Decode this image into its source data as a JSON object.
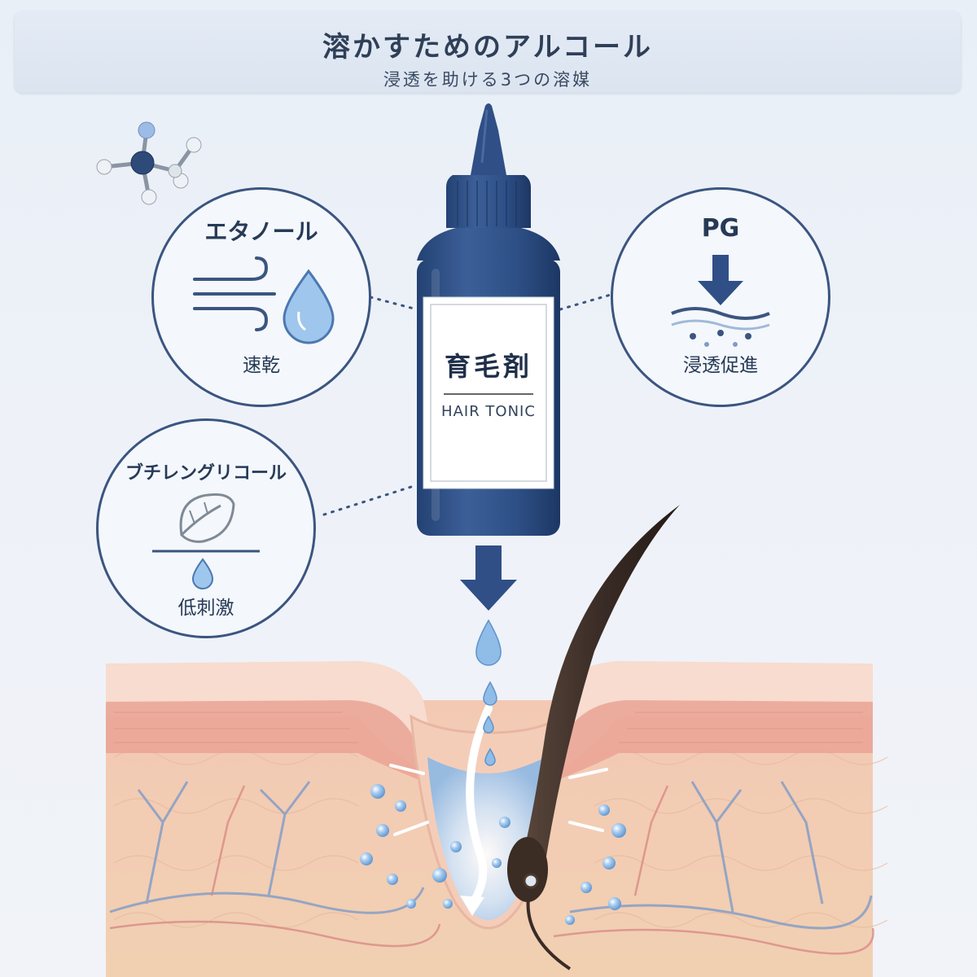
{
  "header": {
    "title": "溶かすためのアルコール",
    "subtitle": "浸透を助ける3つの溶媒"
  },
  "bottle": {
    "label_jp": "育毛剤",
    "label_en": "HAIR TONIC"
  },
  "solvents": [
    {
      "name": "エタノール",
      "feature": "速乾",
      "icon": "wind-drop-icon"
    },
    {
      "name": "PG",
      "feature": "浸透促進",
      "icon": "penetration-arrow-icon"
    },
    {
      "name": "ブチレングリコール",
      "feature": "低刺激",
      "icon": "leaf-drop-icon"
    }
  ],
  "colors": {
    "navy": "#2f4f86",
    "circle_border": "#3b5580",
    "water": "#9fc6ec",
    "skin": "#f3c2b4",
    "hair": "#3a2c26"
  }
}
